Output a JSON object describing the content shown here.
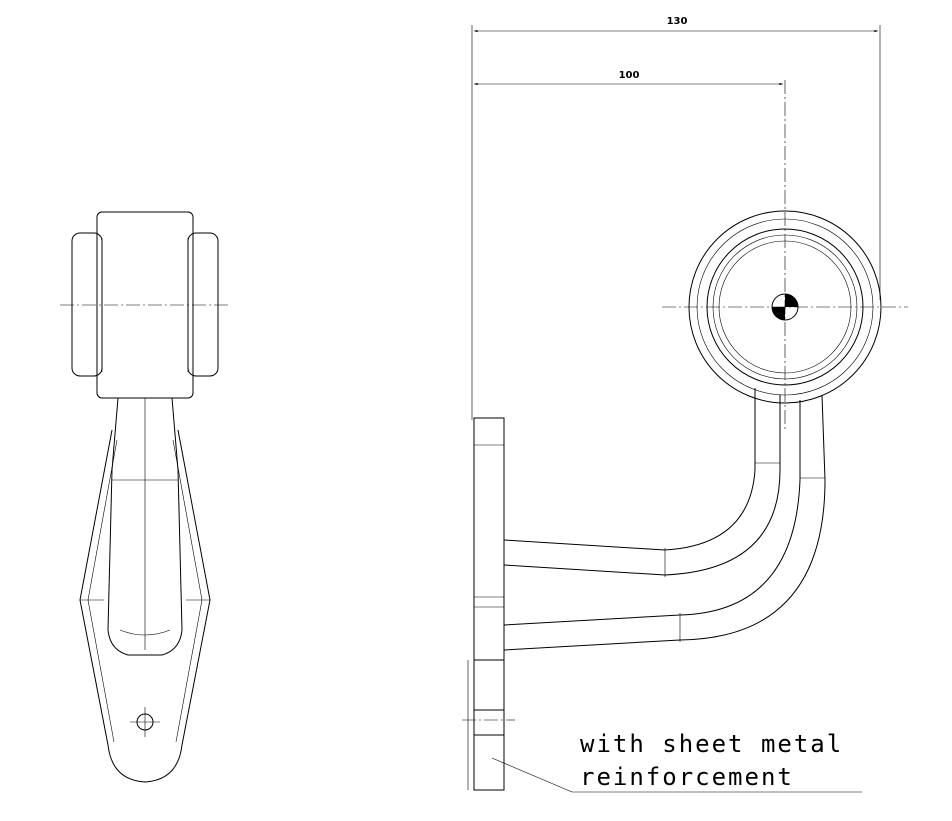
{
  "dimensions": {
    "overall": "130",
    "to_center": "100"
  },
  "note": {
    "line1": "with sheet metal",
    "line2": "reinforcement"
  }
}
